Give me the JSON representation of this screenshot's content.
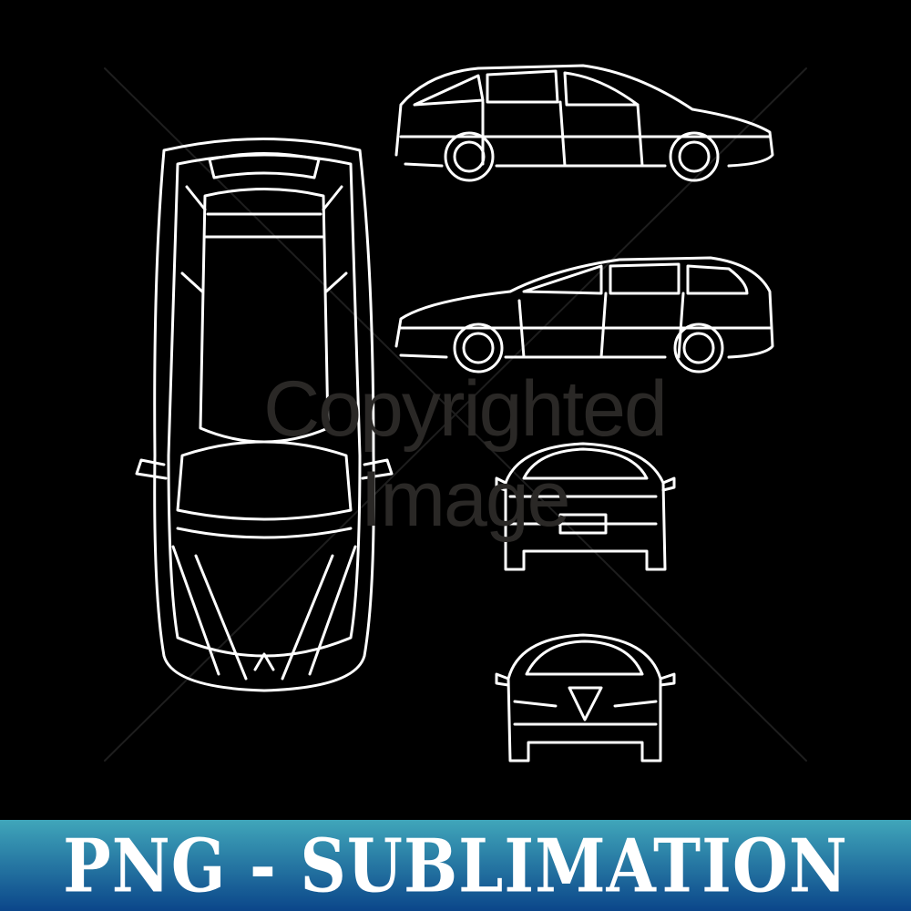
{
  "watermark": "Copyrighted Image",
  "banner": {
    "label": "PNG - SUBLIMATION",
    "gradient_top": "#40a6ba",
    "gradient_bottom": "#0b468a"
  },
  "artwork": {
    "line_color": "#ffffff",
    "background": "#000000",
    "views": [
      "top",
      "side-left",
      "side-right",
      "rear",
      "front"
    ]
  }
}
